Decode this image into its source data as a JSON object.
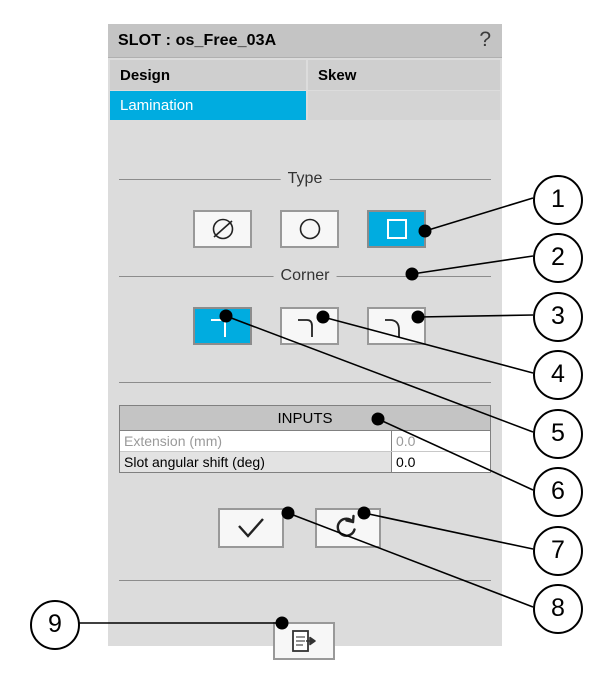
{
  "window": {
    "title": "SLOT : os_Free_03A",
    "help_icon": "?",
    "accent_color": "#00ace0",
    "panel_bg": "#dcdcdc",
    "titlebar_bg": "#c4c4c4"
  },
  "tabs": [
    {
      "label": "Design",
      "selected": false
    },
    {
      "label": "Skew",
      "selected": false
    }
  ],
  "subtabs": [
    {
      "label": "Lamination",
      "selected": true
    }
  ],
  "groups": {
    "type": {
      "label": "Type",
      "options": [
        {
          "name": "diameter-slashed-circle",
          "selected": false
        },
        {
          "name": "circle",
          "selected": false
        },
        {
          "name": "square",
          "selected": true
        }
      ]
    },
    "corner": {
      "label": "Corner",
      "options": [
        {
          "name": "sharp-corner",
          "selected": true
        },
        {
          "name": "rounded-corner-small",
          "selected": false
        },
        {
          "name": "rounded-corner-large",
          "selected": false
        }
      ]
    }
  },
  "inputs": {
    "header": "INPUTS",
    "rows": [
      {
        "label": "Extension (mm)",
        "value": "0.0",
        "enabled": false
      },
      {
        "label": "Slot angular shift (deg)",
        "value": "0.0",
        "enabled": true
      }
    ]
  },
  "actions": [
    {
      "name": "validate-button",
      "icon": "checkmark"
    },
    {
      "name": "reset-button",
      "icon": "circular-arrow"
    }
  ],
  "export": {
    "name": "export-button",
    "icon": "document-export"
  },
  "callouts": [
    {
      "number": "1"
    },
    {
      "number": "2"
    },
    {
      "number": "3"
    },
    {
      "number": "4"
    },
    {
      "number": "5"
    },
    {
      "number": "6"
    },
    {
      "number": "7"
    },
    {
      "number": "8"
    },
    {
      "number": "9"
    }
  ]
}
